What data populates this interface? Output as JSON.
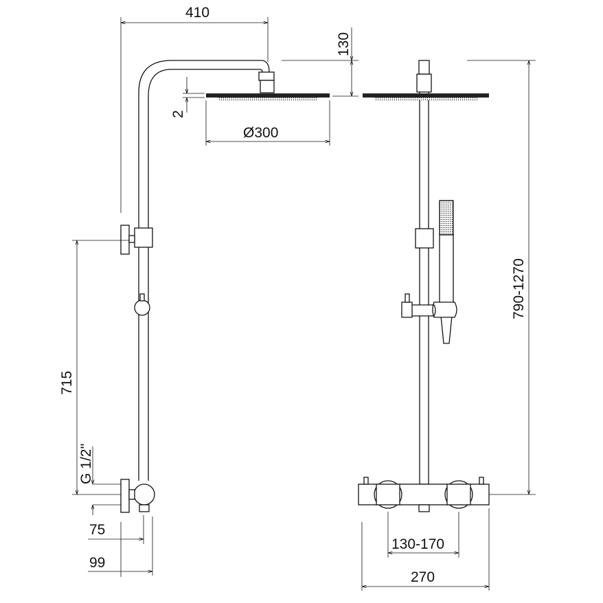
{
  "dimensions": {
    "arm_length": "410",
    "head_height": "130",
    "head_thickness": "2",
    "head_diameter": "Ø300",
    "valve_to_slider": "715",
    "thread": "G 1/2''",
    "wall_to_pipe": "75",
    "wall_to_front": "99",
    "height_range": "790-1270",
    "inlet_spacing": "130-170",
    "mixer_width": "270"
  },
  "colors": {
    "line": "#111111",
    "background": "#ffffff"
  }
}
